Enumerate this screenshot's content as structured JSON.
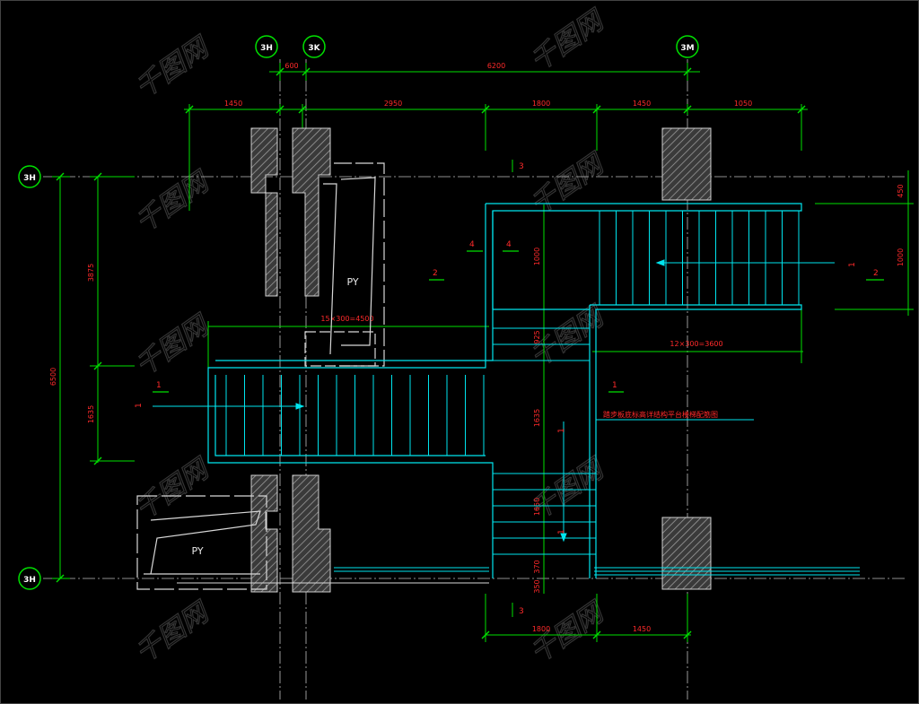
{
  "axes": {
    "top_left": "3H",
    "top_mid": "3K",
    "top_right": "3M",
    "left_top": "3H",
    "left_bottom": "3H"
  },
  "dims": {
    "top_total_a": "600",
    "top_total_b": "6200",
    "d1": "1450",
    "d2": "2950",
    "d3": "1800",
    "d4": "1450",
    "d5": "1050",
    "r1": "450",
    "r2": "1000",
    "l1": "3875",
    "l2": "1635",
    "l_total": "6500",
    "stair_top": "15×300=4500",
    "stair_right": "12×300=3600",
    "v1": "1000",
    "v2": "925",
    "v3": "1635",
    "v4": "1650",
    "v5": "370",
    "v6": "350",
    "b1": "1800",
    "b2": "1450"
  },
  "labels": {
    "sec3_top": "3",
    "sec3_bottom": "3",
    "sec4a": "4",
    "sec4b": "4",
    "sec2_left": "2",
    "sec2_right": "2",
    "sec1_left": "1",
    "sec1_right": "1",
    "sec1_mid": "1",
    "sec1_b": "1",
    "arrow_1": "1",
    "arrow_2": "1",
    "py1": "PY",
    "py2": "PY",
    "note": "踏步板底标高详结构平台楼梯配筋图"
  },
  "colors": {
    "background": "#000000",
    "grid": "#cfcfcf",
    "dimension": "#00e000",
    "stair": "#00e5ee",
    "text": "#ff2a2a",
    "wall": "#d0d0d0"
  },
  "watermark": "千图网"
}
